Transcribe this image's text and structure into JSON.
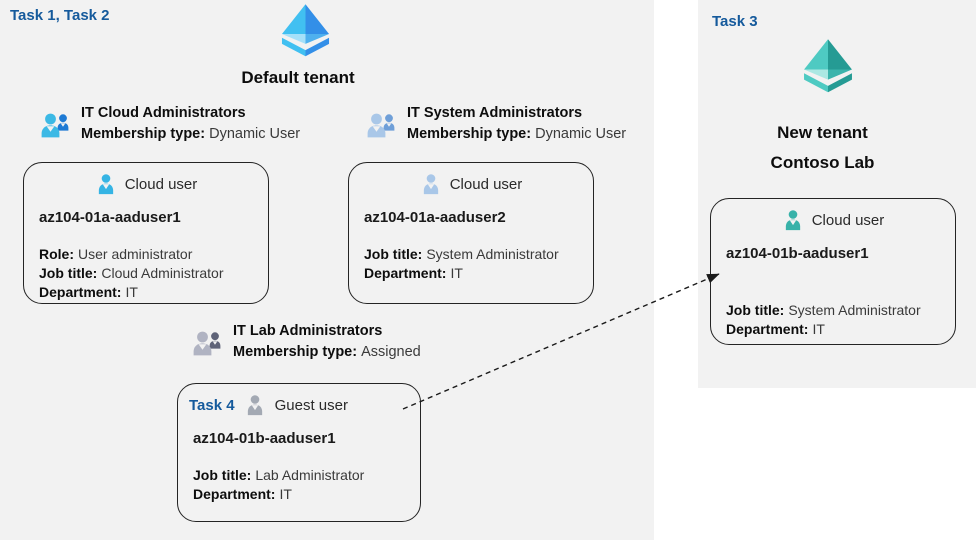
{
  "default_tenant": {
    "task_label": "Task 1, Task 2",
    "title": "Default tenant",
    "icon": "azure-tenant-icon-blue",
    "groups": [
      {
        "name": "IT Cloud Administrators",
        "membership_label": "Membership type:",
        "membership_value": "Dynamic User",
        "icon": "group-icon-blue"
      },
      {
        "name": "IT System Administrators",
        "membership_label": "Membership type:",
        "membership_value": "Dynamic User",
        "icon": "group-icon-paleblue"
      },
      {
        "name": "IT Lab Administrators",
        "membership_label": "Membership type:",
        "membership_value": "Assigned",
        "icon": "group-icon-gray"
      }
    ],
    "cards": [
      {
        "type_label": "Cloud user",
        "icon": "person-icon-cyan",
        "username": "az104-01a-aaduser1",
        "fields": [
          {
            "label": "Role:",
            "value": "User administrator"
          },
          {
            "label": "Job title:",
            "value": "Cloud Administrator"
          },
          {
            "label": "Department:",
            "value": "IT"
          }
        ]
      },
      {
        "type_label": "Cloud user",
        "icon": "person-icon-paleblue",
        "username": "az104-01a-aaduser2",
        "fields": [
          {
            "label": "Job title:",
            "value": "System Administrator"
          },
          {
            "label": "Department:",
            "value": "IT"
          }
        ]
      },
      {
        "task_label": "Task 4",
        "type_label": "Guest user",
        "icon": "person-icon-gray",
        "username": "az104-01b-aaduser1",
        "fields": [
          {
            "label": "Job title:",
            "value": "Lab Administrator"
          },
          {
            "label": "Department:",
            "value": "IT"
          }
        ]
      }
    ]
  },
  "new_tenant": {
    "task_label": "Task 3",
    "title_line1": "New tenant",
    "title_line2": "Contoso Lab",
    "icon": "azure-tenant-icon-teal",
    "card": {
      "type_label": "Cloud user",
      "icon": "person-icon-teal",
      "username": "az104-01b-aaduser1",
      "fields": [
        {
          "label": "Job title:",
          "value": "System Administrator"
        },
        {
          "label": "Department:",
          "value": "IT"
        }
      ]
    }
  },
  "colors": {
    "task_label": "#155a9c",
    "panel_bg": "#f2f2f2",
    "card_border": "#242424",
    "azure": {
      "light": "#41c0f1",
      "dark": "#338fe8",
      "pale": "#a6e0f9",
      "mid": "#4fb0ee"
    },
    "teal": {
      "light": "#4ecac2",
      "dark": "#259b94",
      "pale": "#ace8e3",
      "mid": "#3cb4ac"
    },
    "person_cyan": "#35b4e4",
    "person_paleblue": "#a9c7e8",
    "person_gray": "#a3a9b3",
    "person_teal": "#38b2a9",
    "group_blue_front": "#3cb9e5",
    "group_blue_back": "#1e7ad4",
    "group_pale_front": "#a9c7e8",
    "group_pale_back": "#6f9fd8",
    "group_gray_front": "#b0b3c2",
    "group_gray_back": "#5f6378"
  }
}
